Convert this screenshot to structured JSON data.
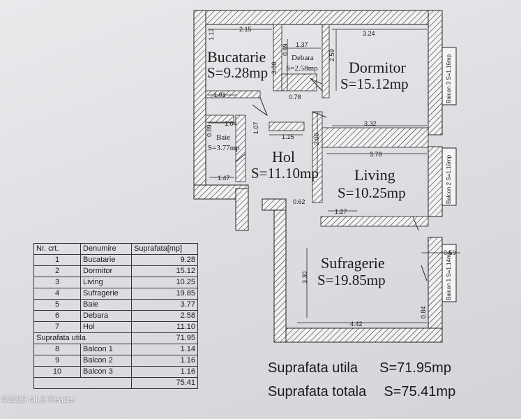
{
  "rooms": {
    "bucatarie": {
      "name": "Bucatarie",
      "area": "S=9.28mp"
    },
    "dormitor": {
      "name": "Dormitor",
      "area": "S=15.12mp"
    },
    "debara": {
      "name": "Debara",
      "area": "S=2.58mp"
    },
    "baie": {
      "name": "Baie",
      "area": "S=3.77mp"
    },
    "hol": {
      "name": "Hol",
      "area": "S=11.10mp"
    },
    "living": {
      "name": "Living",
      "area": "S=10.25mp"
    },
    "sufragerie": {
      "name": "Sufragerie",
      "area": "S=19.85mp"
    }
  },
  "balconies": {
    "balcon3": "Balcon 3  S=1.16mp",
    "balcon2": "Balcon 2  S=1.16mp",
    "balcon1": "Balcon 1  S=1.14mp"
  },
  "dimensions": {
    "d_2_15": "2.15",
    "d_1_12": "1.12",
    "d_3_24": "3.24",
    "d_1_37": "1.37",
    "d_0_89_deb": "0.89",
    "d_3_30_a": "3.30",
    "d_2_59": "2.59",
    "d_0_78": "0.78",
    "d_1_01": "1.01",
    "d_1_04": "1.04",
    "d_0_89": "0.89",
    "d_1_07": "1.07",
    "d_1_15": "1.15",
    "d_2_00": "2.00",
    "d_3_32": "3.32",
    "d_3_78": "3.78",
    "d_1_47": "1.47",
    "d_0_62": "0.62",
    "d_1_27": "1.27",
    "d_3_30_b": "3.30",
    "d_0_59": "0.59",
    "d_0_84": "0.84",
    "d_4_42": "4.42"
  },
  "table": {
    "headers": [
      "Nr. crt.",
      "Denumire",
      "Suprafata[mp]"
    ],
    "rows": [
      [
        "1",
        "Bucatarie",
        "9.28"
      ],
      [
        "2",
        "Dormitor",
        "15.12"
      ],
      [
        "3",
        "Living",
        "10.25"
      ],
      [
        "4",
        "Sufragerie",
        "19.85"
      ],
      [
        "5",
        "Baie",
        "3.77"
      ],
      [
        "6",
        "Debara",
        "2.58"
      ],
      [
        "7",
        "Hol",
        "11.10"
      ]
    ],
    "util_label": "Suprafata utila",
    "util_value": "71.95",
    "balcony_rows": [
      [
        "8",
        "Balcon 1",
        "1.14"
      ],
      [
        "9",
        "Balcon 2",
        "1.16"
      ],
      [
        "10",
        "Balcon 3",
        "1.16"
      ]
    ],
    "total_value": "75.41"
  },
  "summary": {
    "util_label": "Suprafata utila",
    "util_value": "S=71.95mp",
    "total_label": "Suprafata totala",
    "total_value": "S=75.41mp"
  },
  "watermark": "©2025 MLS Reader"
}
